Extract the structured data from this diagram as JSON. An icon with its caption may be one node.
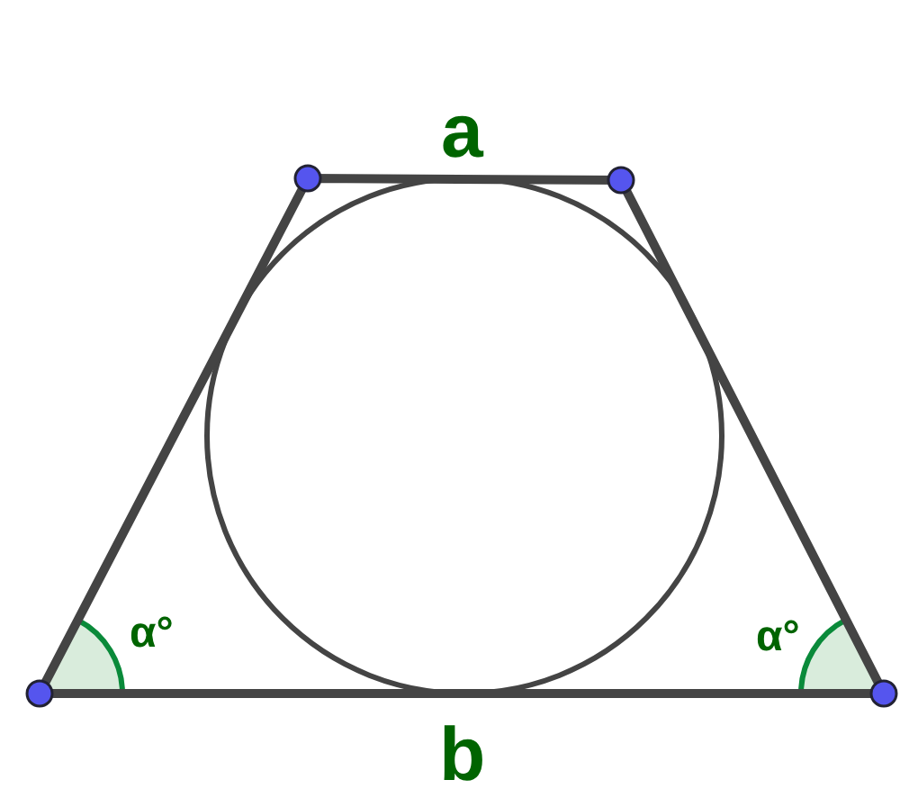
{
  "diagram": {
    "labels": [
      "a",
      "α°",
      "α°",
      "b"
    ]
  }
}
